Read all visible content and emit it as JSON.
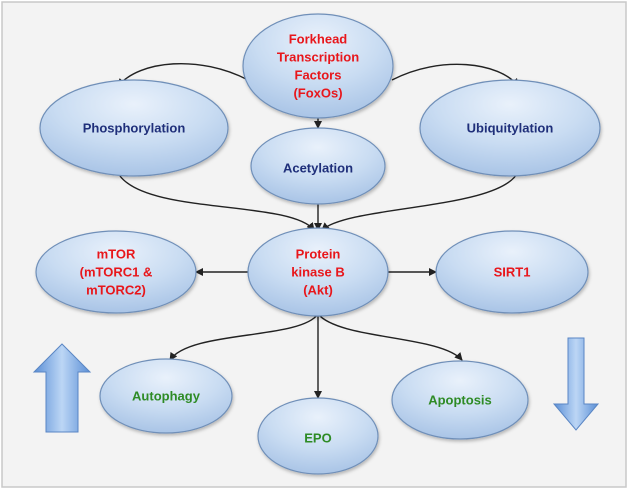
{
  "nodes": {
    "foxo": {
      "lines": [
        "Forkhead",
        "Transcription",
        "Factors",
        "(FoxOs)"
      ],
      "color": "#e8161b"
    },
    "phosphorylation": {
      "lines": [
        "Phosphorylation"
      ],
      "color": "#1f2f7a"
    },
    "ubiquitylation": {
      "lines": [
        "Ubiquitylation"
      ],
      "color": "#1f2f7a"
    },
    "acetylation": {
      "lines": [
        "Acetylation"
      ],
      "color": "#1f2f7a"
    },
    "akt": {
      "lines": [
        "Protein",
        "kinase B",
        "(Akt)"
      ],
      "color": "#e8161b"
    },
    "mtor": {
      "lines": [
        "mTOR",
        "(mTORC1 &",
        "mTORC2)"
      ],
      "color": "#e8161b"
    },
    "sirt1": {
      "lines": [
        "SIRT1"
      ],
      "color": "#e8161b"
    },
    "autophagy": {
      "lines": [
        "Autophagy"
      ],
      "color": "#2e8b25"
    },
    "epo": {
      "lines": [
        "EPO"
      ],
      "color": "#2e8b25"
    },
    "apoptosis": {
      "lines": [
        "Apoptosis"
      ],
      "color": "#2e8b25"
    }
  },
  "icons": {
    "up_arrow": "up-arrow-icon",
    "down_arrow": "down-arrow-icon"
  }
}
